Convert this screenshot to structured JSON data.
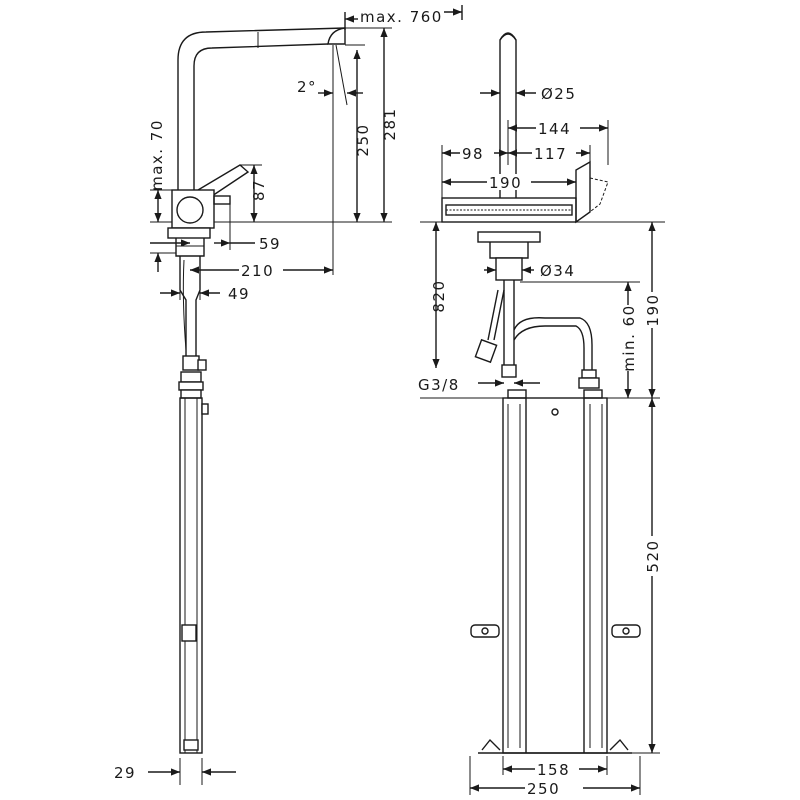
{
  "drawing": {
    "dimensions": {
      "max_reach": "max. 760",
      "angle": "2°",
      "height_250": "250",
      "height_281": "281",
      "max_70": "max. 70",
      "height_87": "87",
      "d59": "59",
      "d210": "210",
      "d49": "49",
      "d29": "29",
      "dia25": "Ø25",
      "w144": "144",
      "w98": "98",
      "w117": "117",
      "w190": "190",
      "h820": "820",
      "dia34": "Ø34",
      "min60": "min. 60",
      "h190": "190",
      "g38": "G3/8",
      "h520": "520",
      "w158": "158",
      "w250": "250"
    }
  }
}
